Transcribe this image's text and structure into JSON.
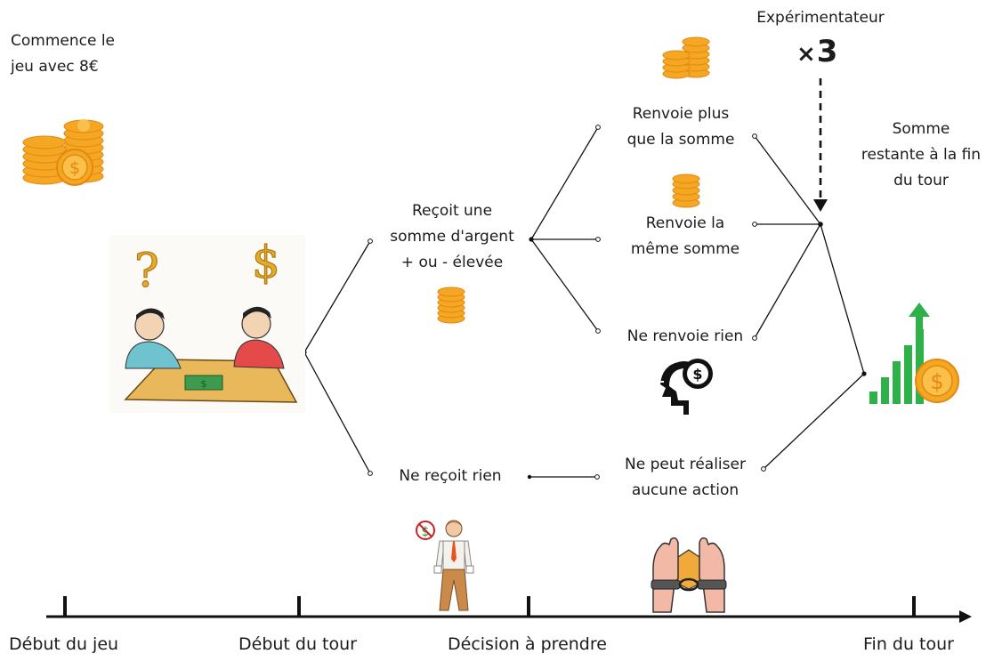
{
  "start_note": "Commence le\njeu avec 8€",
  "branches": {
    "receives": "Reçoit une\nsomme d'argent\n+ ou - élevée",
    "receives_nothing": "Ne reçoit rien"
  },
  "outcomes": {
    "returns_more": "Renvoie plus\nque la somme",
    "returns_same": "Renvoie la\nmême somme",
    "returns_nothing": "Ne renvoie rien",
    "no_action": "Ne peut réaliser\naucune action"
  },
  "experimenter": {
    "label": "Expérimentateur",
    "multiplier_symbol": "×",
    "multiplier_value": "3"
  },
  "end_note": "Somme\nrestante à la fin\ndu tour",
  "timeline": {
    "start_game": "Début du jeu",
    "start_round": "Début du tour",
    "decision": "Décision à prendre",
    "end_round": "Fin du tour"
  },
  "icons": {
    "coin_stack_large": "coin-stack-icon",
    "coin_stack_small": "coin-stack-icon",
    "dollar_sign": "$",
    "question_mark": "?",
    "growth_chart": "growth-chart-icon",
    "head_dollar": "head-dollar-icon",
    "broke_man": "broke-man-icon",
    "handcuffed_hands": "handcuffed-hands-icon"
  },
  "colors": {
    "coin_gold": "#f5a623",
    "coin_dark": "#e08a10",
    "chart_green": "#2fb14a",
    "line": "#111111"
  }
}
